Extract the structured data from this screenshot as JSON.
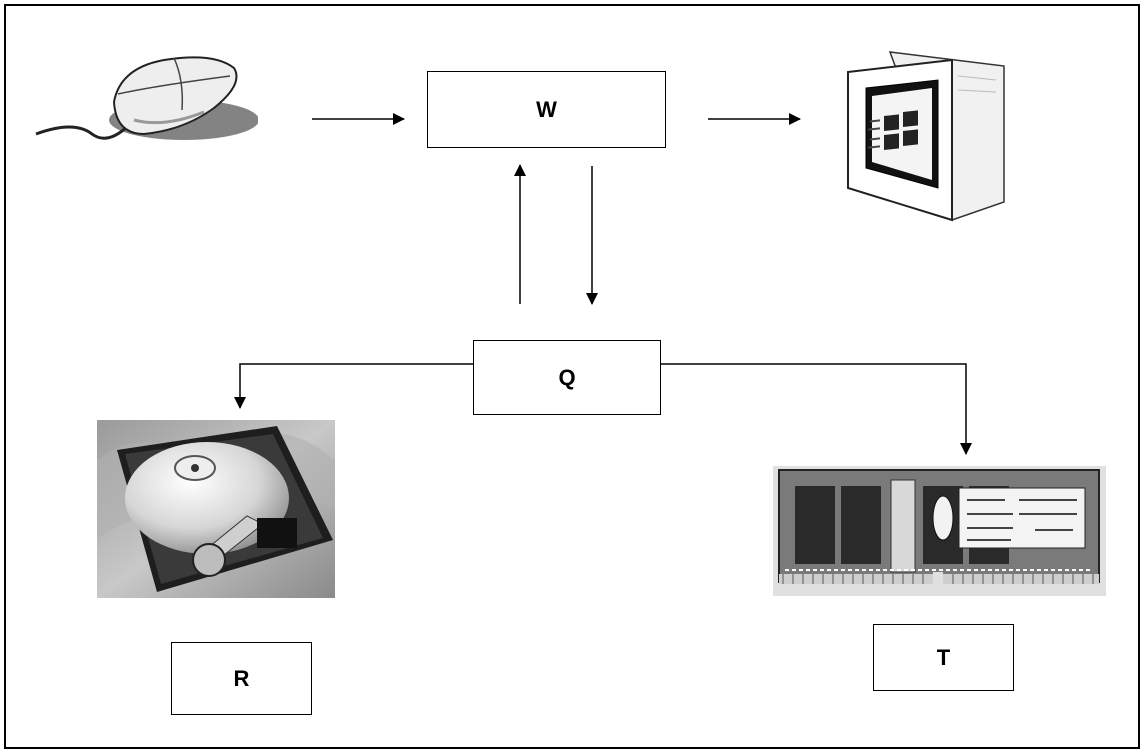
{
  "boxes": {
    "w": "W",
    "q": "Q",
    "r": "R",
    "t": "T"
  },
  "images": {
    "input_device": "mouse-icon",
    "output_device": "monitor-icon",
    "storage_device": "hard-disk-icon",
    "memory_module": "ram-module-icon"
  },
  "colors": {
    "line": "#000000",
    "background": "#ffffff"
  }
}
